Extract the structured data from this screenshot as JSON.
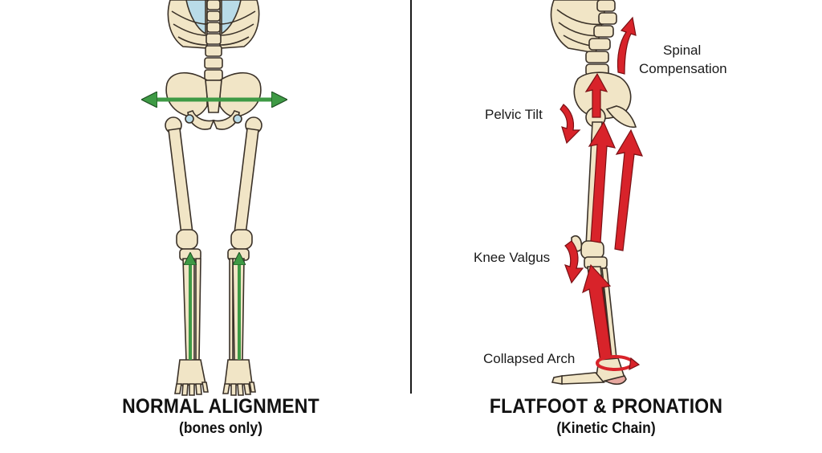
{
  "left_panel": {
    "title": "NORMAL ALIGNMENT",
    "subtitle": "(bones only)"
  },
  "right_panel": {
    "title": "FLATFOOT & PRONATION",
    "subtitle": "(Kinetic Chain)",
    "labels": {
      "spinal_line1": "Spinal",
      "spinal_line2": "Compensation",
      "pelvic": "Pelvic Tilt",
      "knee": "Knee Valgus",
      "arch": "Collapsed Arch"
    }
  },
  "colors": {
    "bone": "#f1e5c6",
    "bone_outline": "#3a3128",
    "rib_cartilage": "#b9dbe8",
    "normal_arrow": "#3e9a45",
    "compensation_arrow": "#d8232a"
  }
}
